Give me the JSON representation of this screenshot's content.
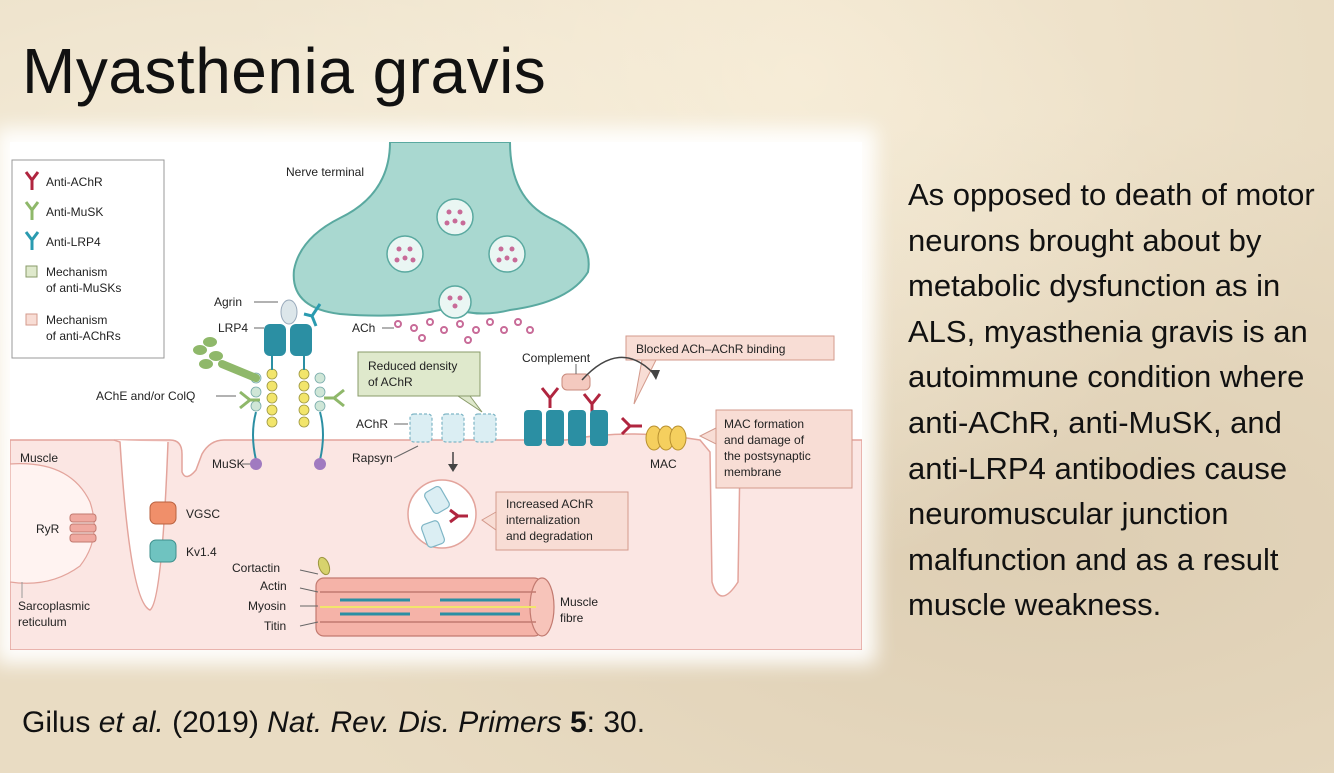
{
  "title": "Myasthenia gravis",
  "body_text": "As opposed to death of motor neurons brought about by metabolic dysfunction as in ALS, myasthenia gravis is an autoimmune condition where anti-AChR, anti-MuSK, and anti-LRP4 antibodies cause neuromuscular junction malfunction and as a result muscle weakness.",
  "citation": {
    "authors": "Gilus",
    "etal": "et al.",
    "year": "(2019)",
    "journal": "Nat. Rev. Dis. Primers",
    "volume": "5",
    "pages": ": 30."
  },
  "legend": {
    "items": [
      {
        "label": "Anti-AChR",
        "color": "#b0253f"
      },
      {
        "label": "Anti-MuSK",
        "color": "#8fb86a"
      },
      {
        "label": "Anti-LRP4",
        "color": "#2a9bb0"
      }
    ],
    "mech_musk": [
      "Mechanism",
      "of anti-MuSKs"
    ],
    "mech_achr": [
      "Mechanism",
      "of anti-AChRs"
    ]
  },
  "labels": {
    "nerve_terminal": "Nerve terminal",
    "agrin": "Agrin",
    "lrp4": "LRP4",
    "ache_colq": "AChE and/or ColQ",
    "ach": "ACh",
    "achr": "AChR",
    "rapsyn": "Rapsyn",
    "musk": "MuSK",
    "muscle": "Muscle",
    "ryr": "RyR",
    "sarcoplasmic": [
      "Sarcoplasmic",
      "reticulum"
    ],
    "vgsc": "VGSC",
    "kv14": "Kv1.4",
    "cortactin": "Cortactin",
    "actin": "Actin",
    "myosin": "Myosin",
    "titin": "Titin",
    "muscle_fibre": [
      "Muscle",
      "fibre"
    ],
    "complement": "Complement",
    "mac": "MAC"
  },
  "callouts": {
    "reduced_density": [
      "Reduced density",
      "of AChR"
    ],
    "blocked": "Blocked ACh–AChR binding",
    "mac_formation": [
      "MAC formation",
      "and damage of",
      "the postsynaptic",
      "membrane"
    ],
    "internalization": [
      "Increased AChR",
      "internalization",
      "and degradation"
    ]
  },
  "colors": {
    "nerve_fill": "#a9d8d0",
    "nerve_stroke": "#5aa9a0",
    "muscle_fill": "#fbe6e3",
    "muscle_stroke": "#e3a49c",
    "vesicle": "#c86b98",
    "green_box": "#dfe9cc",
    "pink_box": "#f8ddd5",
    "receptor": "#2b8fa3"
  }
}
